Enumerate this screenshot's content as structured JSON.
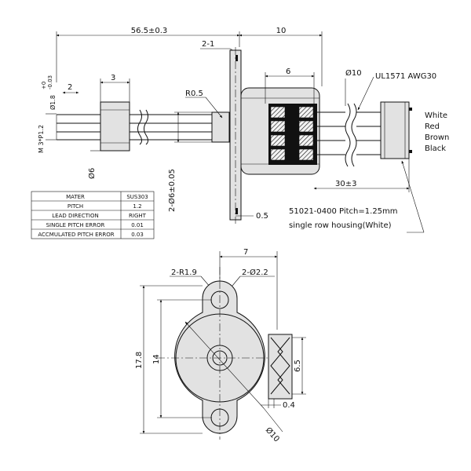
{
  "side_view": {
    "dims": {
      "length_total": "56.5±0.3",
      "span_right": "10",
      "flange": "2-1",
      "lead_pitch_2": "2",
      "nut_3": "3",
      "screw_dia": "Ø1.8",
      "screw_dia_tol_upper": "+0",
      "screw_dia_tol_lower": "-0.03",
      "thread": "M 3*P1.2",
      "nut_dia": "Ø6",
      "radius": "R0.5",
      "boss_dia": "2-Ø6±0.05",
      "body_6": "6",
      "wire_dia": "Ø10",
      "plate_05": "0.5",
      "lead_length": "30±3"
    },
    "cable_label": "UL1571  AWG30",
    "wire_colors": [
      "White",
      "Red",
      "Brown",
      "Black"
    ],
    "housing_note_1": "51021-0400  Pitch=1.25mm",
    "housing_note_2": "single row housing(White)"
  },
  "spec_table": {
    "rows": [
      {
        "label": "MATER",
        "value": "SUS303"
      },
      {
        "label": "PITCH",
        "value": "1.2"
      },
      {
        "label": "LEAD DIRECTION",
        "value": "RIGHT"
      },
      {
        "label": "SINGLE PITCH ERROR",
        "value": "0.01"
      },
      {
        "label": "ACCMULATED PITCH ERROR",
        "value": "0.03"
      }
    ]
  },
  "front_view": {
    "dims": {
      "width_7": "7",
      "corner_radius": "2-R1.9",
      "holes": "2-Ø2.2",
      "height_total": "17.8",
      "height_inner": "14",
      "conn_6_5": "6.5",
      "conn_0_4": "0.4",
      "body_dia": "Ø10"
    }
  }
}
